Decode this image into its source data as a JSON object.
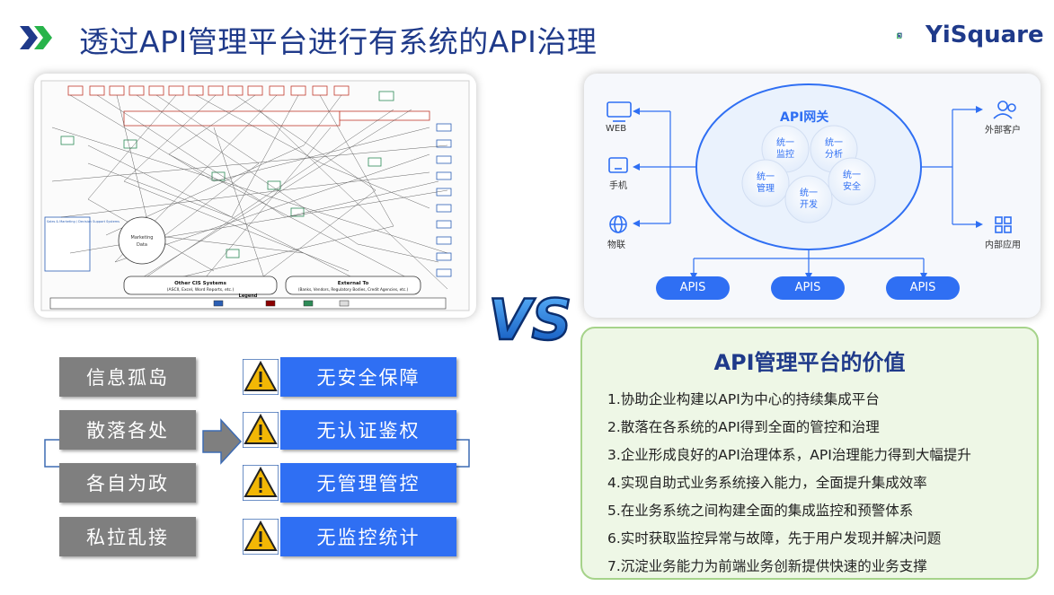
{
  "title": "透过API管理平台进行有系统的API治理",
  "logo": {
    "text": "YiSquare",
    "brand_color": "#1f3a8a",
    "icon": "yisquare-logo-icon"
  },
  "legacy_diagram": {
    "icon": "spaghetti-architecture-diagram",
    "labels": {
      "other_cis": "Other CIS Systems",
      "other_cis_sub": "(ASCII, Excel, Word Reports, etc.)",
      "external": "External To",
      "external_sub": "(Banks, Vendors, Regulatory Bodies, Credit Agencies, etc.)",
      "legend": "Legend",
      "sales_box": "Sales & Marketing / Decision Support Systems"
    }
  },
  "gateway": {
    "title": "API网关",
    "left_clients": [
      {
        "label": "WEB",
        "icon": "monitor-icon"
      },
      {
        "label": "手机",
        "icon": "mobile-icon"
      },
      {
        "label": "物联",
        "icon": "globe-icon"
      }
    ],
    "right_clients": [
      {
        "label": "外部客户",
        "icon": "users-icon"
      },
      {
        "label": "内部应用",
        "icon": "apps-grid-icon"
      }
    ],
    "bubbles": [
      "统一\n监控",
      "统一\n分析",
      "统一\n管理",
      "统一\n安全",
      "统一\n开发"
    ],
    "apis": [
      "APIS",
      "APIS",
      "APIS"
    ]
  },
  "vs": {
    "text": "VS",
    "color": "#1a6ee0"
  },
  "problems": [
    "信息孤岛",
    "散落各处",
    "各自为政",
    "私拉乱接"
  ],
  "consequences": [
    "无安全保障",
    "无认证鉴权",
    "无管理管控",
    "无监控统计"
  ],
  "value": {
    "title": "API管理平台的价值",
    "items": [
      "1.协助企业构建以API为中心的持续集成平台",
      "2.散落在各系统的API得到全面的管控和治理",
      "3.企业形成良好的API治理体系，API治理能力得到大幅提升",
      "4.实现自助式业务系统接入能力，全面提升集成效率",
      "5.在业务系统之间构建全面的集成监控和预警体系",
      "6.实时获取监控异常与故障，先于用户发现并解决问题",
      "7.沉淀业务能力为前端业务创新提供快速的业务支撑"
    ]
  },
  "colors": {
    "accent_blue": "#2f6ff3",
    "gray": "#7f7f7f",
    "panel_green": "#eef7e6",
    "chevron_green": "#27b34a",
    "chevron_blue": "#1f3a8a"
  }
}
